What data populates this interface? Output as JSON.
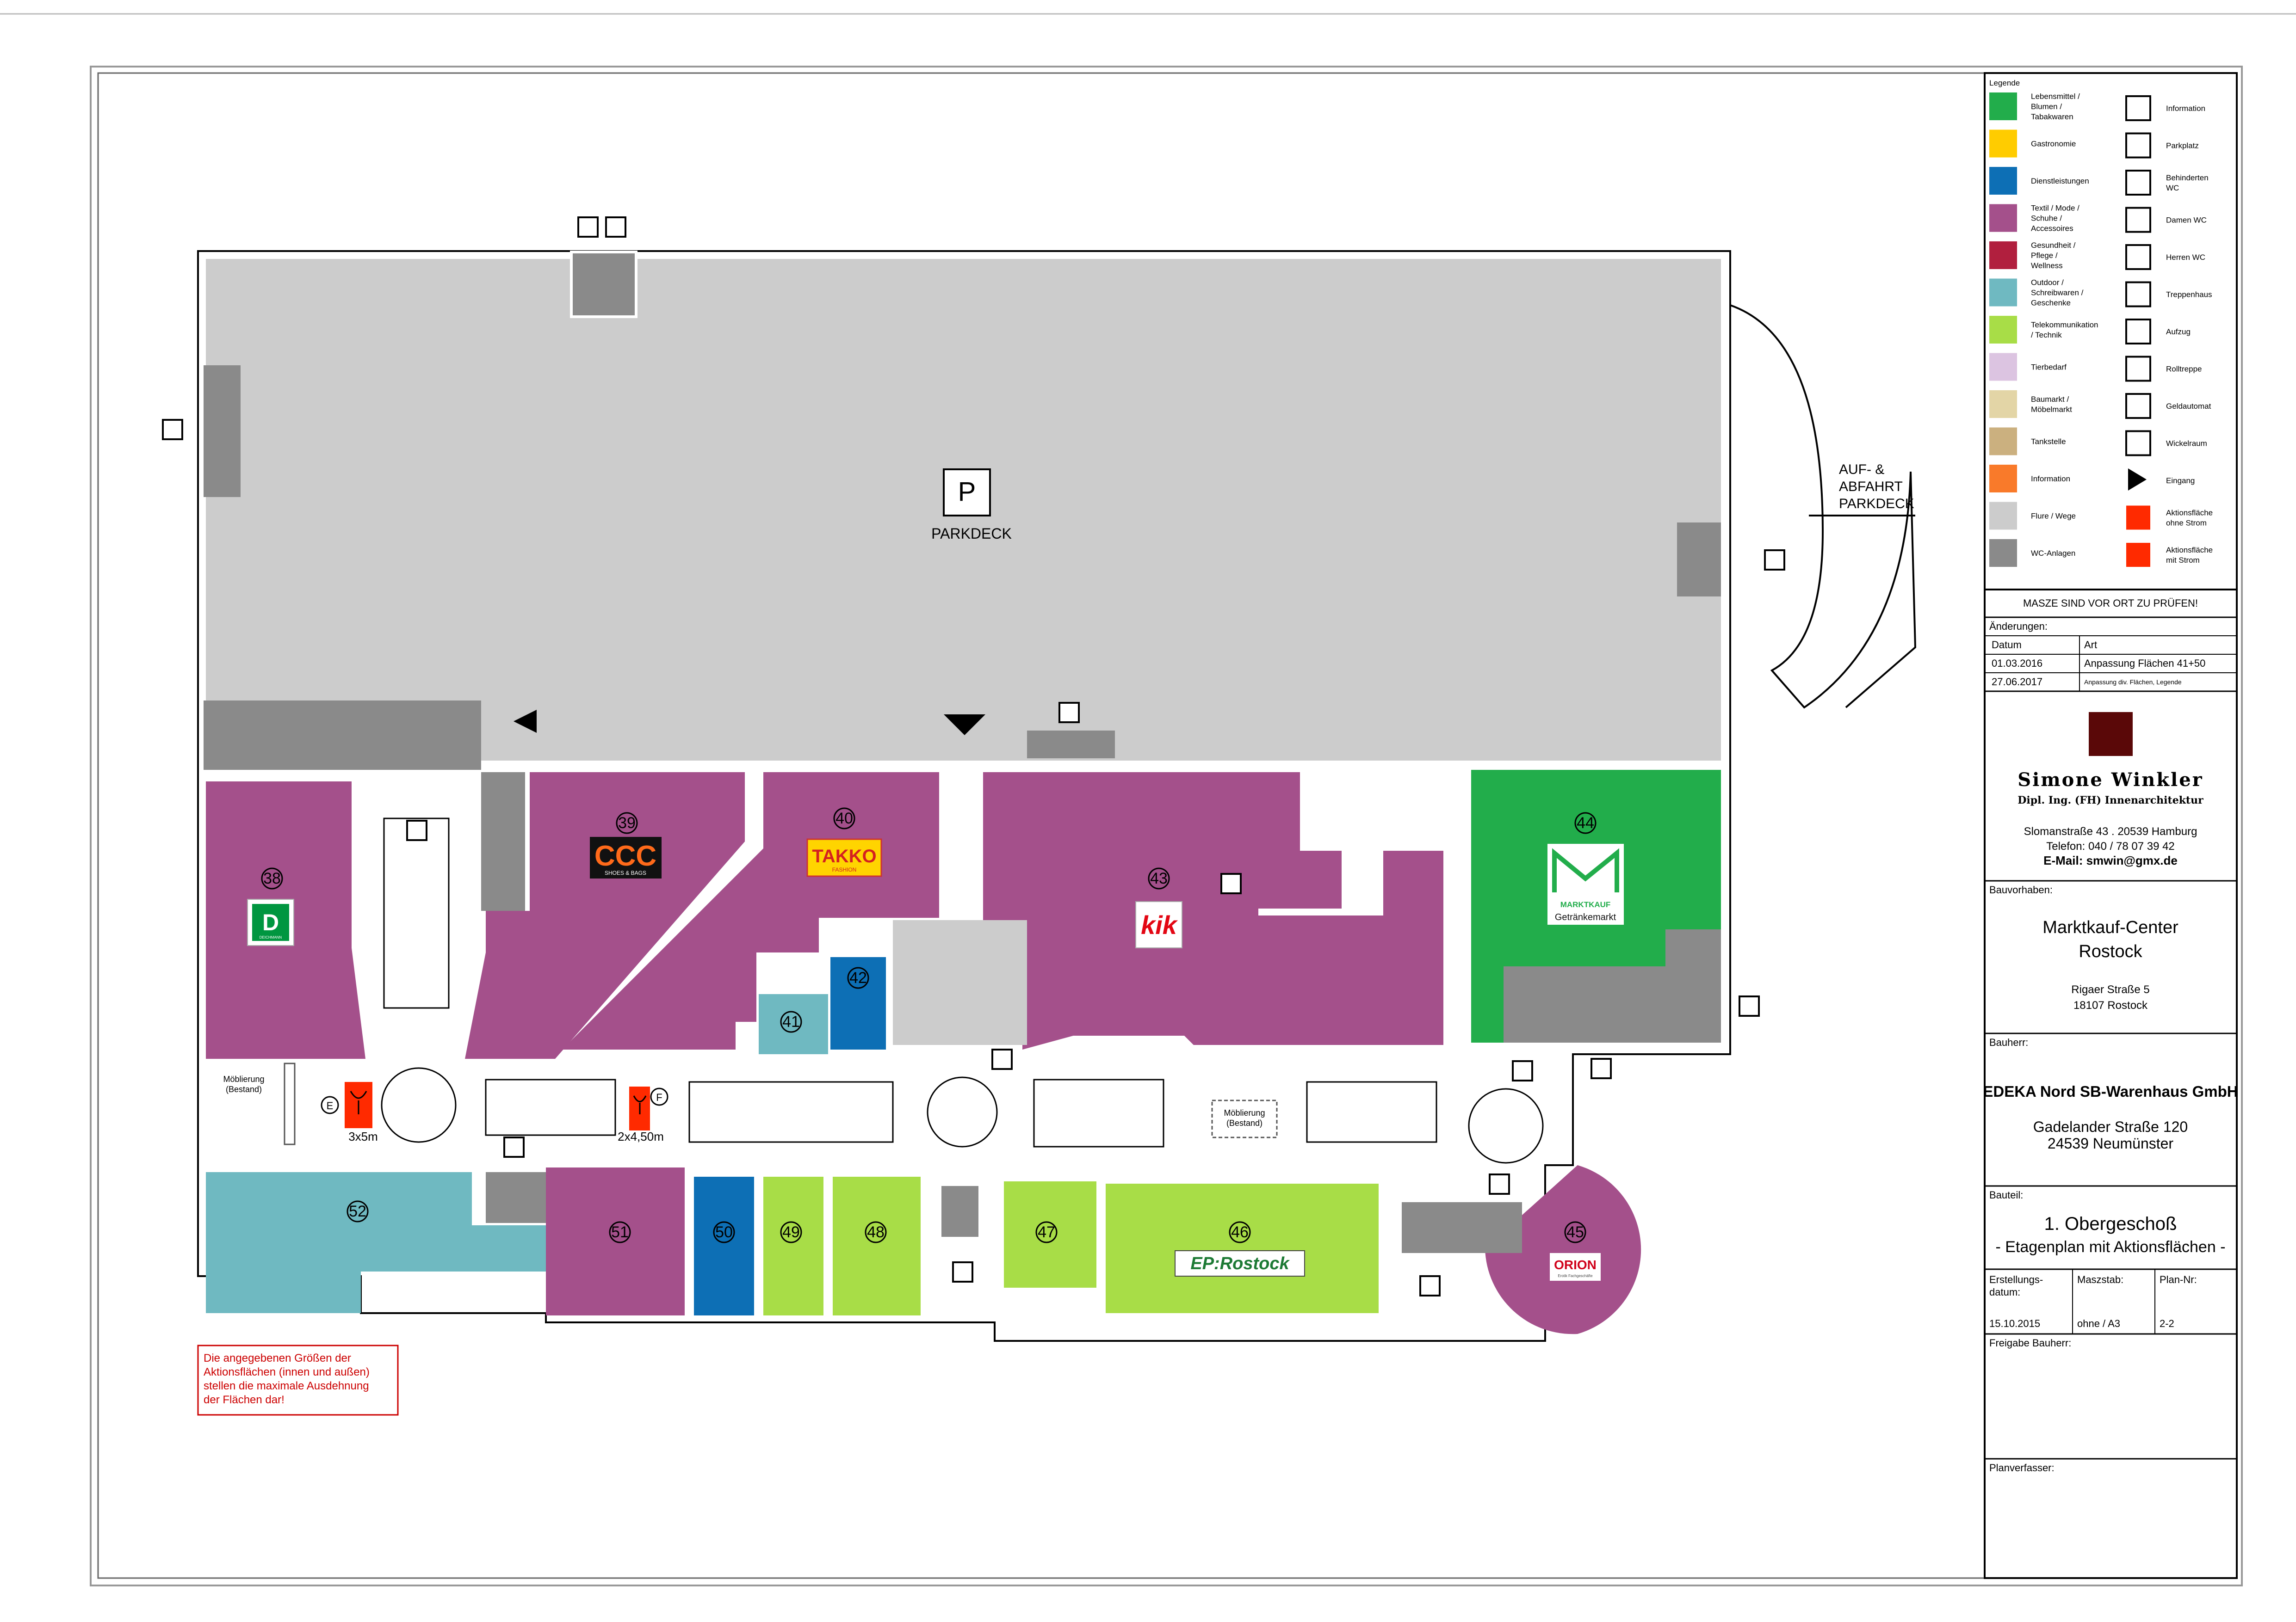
{
  "plan": {
    "parkdeck_label": "PARKDECK",
    "parking_symbol": "P",
    "ramp_label": [
      "AUF- &",
      "ABFAHRT",
      "PARKDECK"
    ],
    "note": [
      "Die angegebenen Größen der",
      "Aktionsflächen (innen und außen)",
      "stellen die maximale Ausdehnung",
      "der Flächen dar!"
    ],
    "moeblierung_left": [
      "Möblierung",
      "(Bestand)"
    ],
    "moeblierung_center": [
      "Möblierung",
      "(Bestand)"
    ],
    "action_areas": [
      {
        "letter": "E",
        "size": "3x5m"
      },
      {
        "letter": "F",
        "size": "2x4,50m"
      }
    ],
    "units": [
      {
        "no": "38",
        "category": "textil",
        "logo": "D",
        "logo_sub": "DEICHMANN"
      },
      {
        "no": "39",
        "category": "textil",
        "logo": "CCC",
        "logo_sub": "SHOES & BAGS"
      },
      {
        "no": "40",
        "category": "textil",
        "logo": "TAKKO",
        "logo_sub": "FASHION"
      },
      {
        "no": "41",
        "category": "outdoor"
      },
      {
        "no": "42",
        "category": "dienstleistungen"
      },
      {
        "no": "43",
        "category": "textil",
        "logo": "kik"
      },
      {
        "no": "44",
        "category": "lebensmittel",
        "logo": "MARKTKAUF",
        "logo_sub": "Getränkemarkt"
      },
      {
        "no": "45",
        "category": "textil",
        "logo": "ORION",
        "logo_sub": "Erotik Fachgeschäfte"
      },
      {
        "no": "46",
        "category": "telekom",
        "logo": "EP:Rostock"
      },
      {
        "no": "47",
        "category": "telekom"
      },
      {
        "no": "48",
        "category": "telekom"
      },
      {
        "no": "49",
        "category": "telekom"
      },
      {
        "no": "50",
        "category": "dienstleistungen"
      },
      {
        "no": "51",
        "category": "textil"
      },
      {
        "no": "52",
        "category": "outdoor"
      }
    ]
  },
  "legend": {
    "title": "Legende",
    "colors": [
      {
        "label": "Lebensmittel / Blumen / Tabakwaren",
        "color": "#22ad4b"
      },
      {
        "label": "Gastronomie",
        "color": "#ffcc00"
      },
      {
        "label": "Dienstleistungen",
        "color": "#0d6fb5"
      },
      {
        "label": "Textil / Mode / Schuhe / Accessoires",
        "color": "#a4508b"
      },
      {
        "label": "Gesundheit / Pflege / Wellness",
        "color": "#b11f3e"
      },
      {
        "label": "Outdoor / Schreibwaren / Geschenke",
        "color": "#6fb9c1"
      },
      {
        "label": "Telekommunikation / Technik",
        "color": "#a8dd47"
      },
      {
        "label": "Tierbedarf",
        "color": "#dcc4e1"
      },
      {
        "label": "Baumarkt / Möbelmarkt",
        "color": "#e3d5a6"
      },
      {
        "label": "Tankstelle",
        "color": "#cbb07f"
      },
      {
        "label": "Information",
        "color": "#f97a2a"
      },
      {
        "label": "Flure / Wege",
        "color": "#cccccc"
      },
      {
        "label": "WC-Anlagen",
        "color": "#8a8a8a"
      }
    ],
    "symbols": [
      {
        "label": "Information",
        "icon": "info-icon"
      },
      {
        "label": "Parkplatz",
        "icon": "parking-icon"
      },
      {
        "label": "Behinderten WC",
        "icon": "accessible-wc-icon"
      },
      {
        "label": "Damen WC",
        "icon": "women-wc-icon"
      },
      {
        "label": "Herren WC",
        "icon": "men-wc-icon"
      },
      {
        "label": "Treppenhaus",
        "icon": "stairs-icon"
      },
      {
        "label": "Aufzug",
        "icon": "elevator-icon"
      },
      {
        "label": "Rolltreppe",
        "icon": "escalator-icon"
      },
      {
        "label": "Geldautomat",
        "icon": "atm-icon"
      },
      {
        "label": "Wickelraum",
        "icon": "baby-changing-icon"
      },
      {
        "label": "Eingang",
        "icon": "entrance-arrow-icon"
      },
      {
        "label": "Aktionsfläche ohne Strom",
        "icon": "action-area-icon"
      },
      {
        "label": "Aktionsfläche mit Strom",
        "icon": "action-area-power-icon"
      }
    ]
  },
  "titleblock": {
    "masze": "MASZE SIND VOR ORT ZU PRÜFEN!",
    "aenderungen_label": "Änderungen:",
    "col_datum": "Datum",
    "col_art": "Art",
    "changes": [
      {
        "date": "01.03.2016",
        "art": "Anpassung Flächen 41+50"
      },
      {
        "date": "27.06.2017",
        "art": "Anpassung div. Flächen, Legende"
      }
    ],
    "architect_name": "Simone Winkler",
    "architect_title": "Dipl. Ing. (FH) Innenarchitektur",
    "architect_address": "Slomanstraße 43 . 20539 Hamburg",
    "architect_phone": "Telefon: 040 / 78 07 39 42",
    "architect_email": "E-Mail: smwin@gmx.de",
    "bauvorhaben_label": "Bauvorhaben:",
    "project_name_1": "Marktkauf-Center",
    "project_name_2": "Rostock",
    "project_street": "Rigaer Straße 5",
    "project_city": "18107 Rostock",
    "bauherr_label": "Bauherr:",
    "client_name": "EDEKA Nord SB-Warenhaus GmbH",
    "client_street": "Gadelander Straße 120",
    "client_city": "24539 Neumünster",
    "bauteil_label": "Bauteil:",
    "bauteil_name": "1. Obergeschoß",
    "bauteil_desc": "- Etagenplan mit Aktionsflächen -",
    "erstellung_label_1": "Erstellungs-",
    "erstellung_label_2": "datum:",
    "erstellung_value": "15.10.2015",
    "maszstab_label": "Maszstab:",
    "maszstab_value": "ohne / A3",
    "plannr_label": "Plan-Nr:",
    "plannr_value": "2-2",
    "freigabe_label": "Freigabe Bauherr:",
    "planverfasser_label": "Planverfasser:"
  }
}
